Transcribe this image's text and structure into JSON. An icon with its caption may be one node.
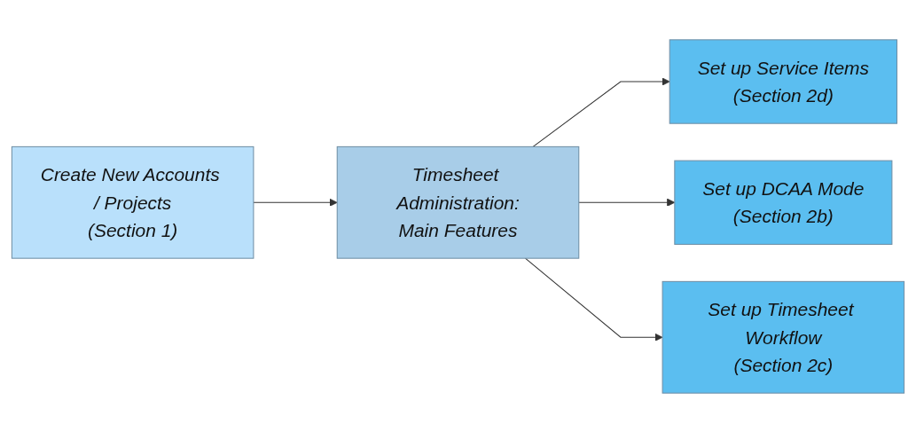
{
  "diagram": {
    "nodes": [
      {
        "text": [
          "Create New Accounts / Projects",
          "(Section 1)"
        ]
      },
      {
        "text": [
          "Timesheet Administration:",
          "Main Features"
        ]
      },
      {
        "text": [
          "Set up Service Items",
          "(Section 2d)"
        ]
      },
      {
        "text": [
          "Set up DCAA Mode",
          "(Section 2b)"
        ]
      },
      {
        "text": [
          "Set up Timesheet Workflow",
          "(Section 2c)"
        ]
      }
    ],
    "edges": [
      {
        "from": 0,
        "to": 1,
        "arrow": "to"
      },
      {
        "from": 1,
        "to": 2,
        "arrow": "to"
      },
      {
        "from": 1,
        "to": 3,
        "arrow": "to"
      },
      {
        "from": 1,
        "to": 4,
        "arrow": "to"
      }
    ]
  }
}
